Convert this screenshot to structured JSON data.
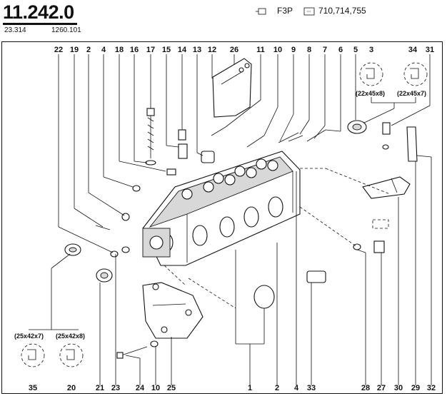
{
  "header": {
    "title": "11.242.0",
    "sub_left": "23.314",
    "sub_right": "1260.101",
    "engine_code": "F3P",
    "engine_list": "710,714,755"
  },
  "callouts_top": [
    "22",
    "19",
    "2",
    "4",
    "18",
    "16",
    "17",
    "15",
    "14",
    "13",
    "12",
    "26",
    "11",
    "10",
    "9",
    "8",
    "7",
    "6",
    "5",
    "3",
    "34",
    "31"
  ],
  "callouts_bottom": [
    "35",
    "20",
    "21",
    "23",
    "24",
    "10",
    "25",
    "1",
    "2",
    "4",
    "33",
    "28",
    "27",
    "30",
    "29",
    "32"
  ],
  "gasket_sizes": {
    "top_a": "(22x45x8)",
    "top_b": "(22x45x7)",
    "bottom_a": "(25x42x7)",
    "bottom_b": "(25x42x8)"
  }
}
